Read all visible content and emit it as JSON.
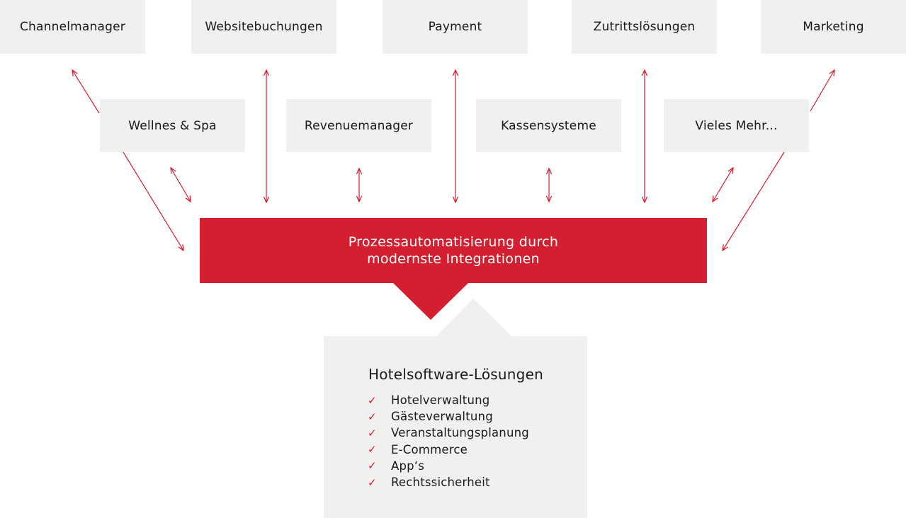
{
  "colors": {
    "accent": "#d31f30",
    "box_background": "#f0f0ef",
    "text": "#1a1a1a",
    "center_text": "#ffffff"
  },
  "top_row": [
    {
      "label": "Channelmanager"
    },
    {
      "label": "Websitebuchungen"
    },
    {
      "label": "Payment"
    },
    {
      "label": "Zutrittslösungen"
    },
    {
      "label": "Marketing"
    }
  ],
  "second_row": [
    {
      "label": "Wellnes & Spa"
    },
    {
      "label": "Revenuemanager"
    },
    {
      "label": "Kassensysteme"
    },
    {
      "label": "Vieles Mehr..."
    }
  ],
  "center": {
    "line1": "Prozessautomatisierung durch",
    "line2": "modernste Integrationen"
  },
  "result": {
    "title": "Hotelsoftware-Lösungen",
    "check_icon": "✓",
    "items": [
      {
        "label": "Hotelverwaltung"
      },
      {
        "label": "Gästeverwaltung"
      },
      {
        "label": "Veranstaltungsplanung"
      },
      {
        "label": "E-Commerce"
      },
      {
        "label": "App‘s"
      },
      {
        "label": "Rechtssicherheit"
      }
    ]
  }
}
